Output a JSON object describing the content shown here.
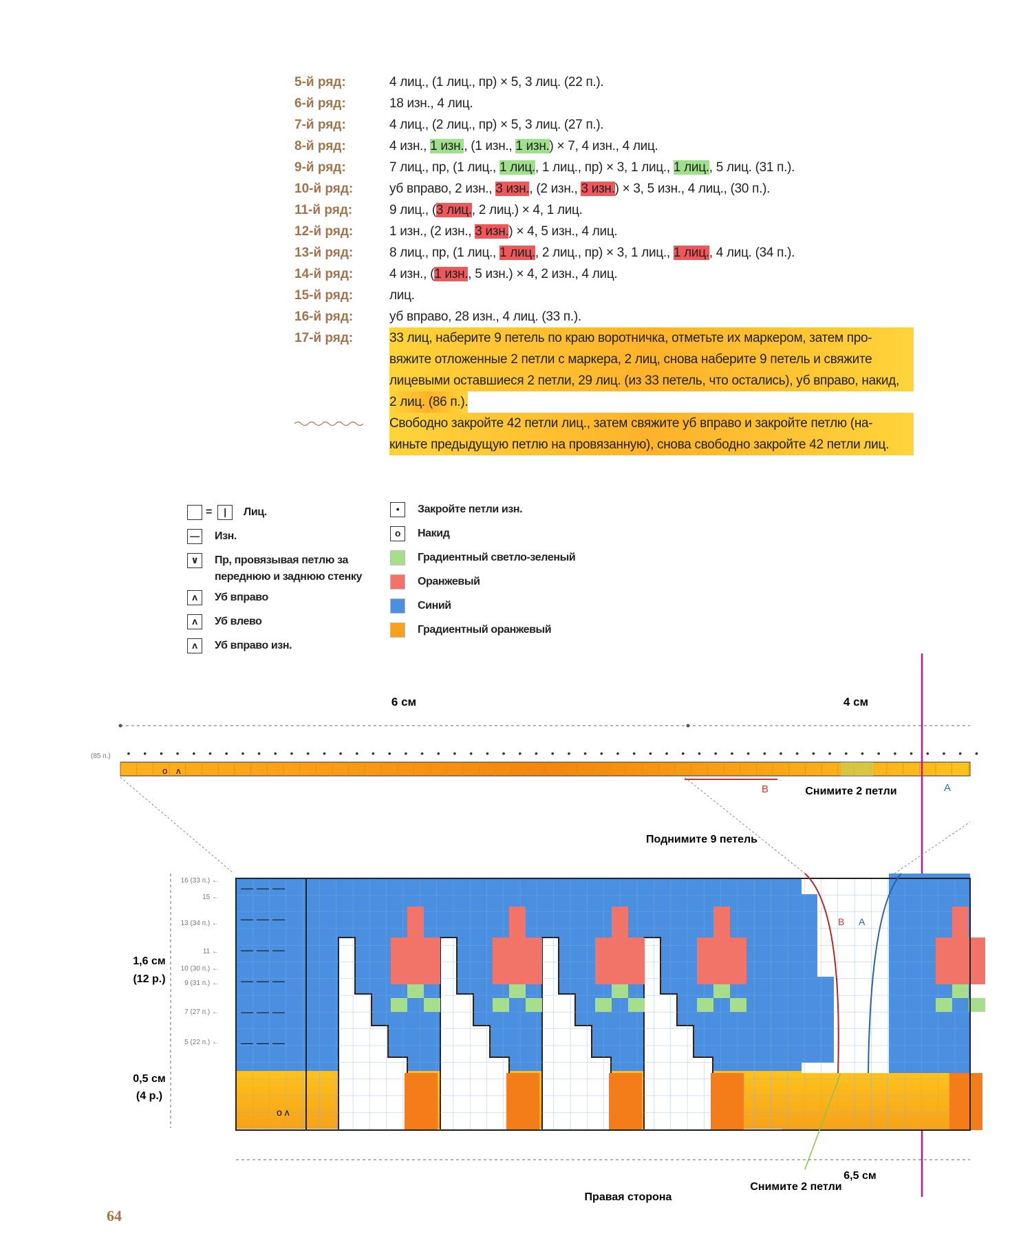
{
  "rows": [
    {
      "label": "5-й ряд:",
      "parts": [
        {
          "t": "4 лиц., (1 лиц., пр) × 5, 3 лиц. (22 п.)."
        }
      ]
    },
    {
      "label": "6-й ряд:",
      "parts": [
        {
          "t": "18 изн., 4 лиц."
        }
      ]
    },
    {
      "label": "7-й ряд:",
      "parts": [
        {
          "t": "4 лиц., (2 лиц., пр) × 5, 3 лиц. (27 п.)."
        }
      ]
    },
    {
      "label": "8-й ряд:",
      "parts": [
        {
          "t": "4 изн., "
        },
        {
          "t": "1 изн.",
          "h": "g"
        },
        {
          "t": ", (1 изн., "
        },
        {
          "t": "1 изн.",
          "h": "g"
        },
        {
          "t": ") × 7, 4 изн., 4 лиц."
        }
      ]
    },
    {
      "label": "9-й ряд:",
      "parts": [
        {
          "t": "7 лиц., пр, (1 лиц., "
        },
        {
          "t": "1 лиц.",
          "h": "g"
        },
        {
          "t": ", 1 лиц., пр) × 3, 1 лиц., "
        },
        {
          "t": "1 лиц.",
          "h": "g"
        },
        {
          "t": ", 5 лиц. (31 п.)."
        }
      ]
    },
    {
      "label": "10-й ряд:",
      "parts": [
        {
          "t": "уб вправо, 2 изн., "
        },
        {
          "t": "3 изн.",
          "h": "r"
        },
        {
          "t": ", (2 изн., "
        },
        {
          "t": "3 изн.",
          "h": "r"
        },
        {
          "t": ") × 3, 5 изн., 4 лиц., (30 п.)."
        }
      ]
    },
    {
      "label": "11-й ряд:",
      "parts": [
        {
          "t": "9 лиц., ("
        },
        {
          "t": "3 лиц.",
          "h": "r"
        },
        {
          "t": ", 2 лиц.) × 4, 1 лиц."
        }
      ]
    },
    {
      "label": "12-й ряд:",
      "parts": [
        {
          "t": "1 изн., (2 изн., "
        },
        {
          "t": "3 изн.",
          "h": "r"
        },
        {
          "t": ") × 4, 5 изн., 4 лиц."
        }
      ]
    },
    {
      "label": "13-й ряд:",
      "parts": [
        {
          "t": "8 лиц., пр, (1 лиц., "
        },
        {
          "t": "1 лиц.",
          "h": "r"
        },
        {
          "t": ", 2 лиц., пр) × 3, 1 лиц., "
        },
        {
          "t": "1 лиц.",
          "h": "r"
        },
        {
          "t": ", 4 лиц. (34 п.)."
        }
      ]
    },
    {
      "label": "14-й ряд:",
      "parts": [
        {
          "t": "4 изн., ("
        },
        {
          "t": "1 изн.",
          "h": "r"
        },
        {
          "t": ", 5 изн.) × 4, 2 изн., 4 лиц."
        }
      ]
    },
    {
      "label": "15-й ряд:",
      "parts": [
        {
          "t": "лиц."
        }
      ]
    },
    {
      "label": "16-й ряд:",
      "parts": [
        {
          "t": "уб вправо, 28 изн., 4 лиц. (33 п.)."
        }
      ]
    }
  ],
  "row17": {
    "label": "17-й ряд:",
    "lines": [
      "33 лиц, наберите 9 петель по краю воротничка, отметьте их маркером, затем про-",
      "вяжите отложенные 2 петли с маркера, 2 лиц, снова наберите 9 петель и свяжите",
      "лицевыми оставшиеся 2 петли, 29 лиц. (из 33 петель, что остались), уб вправо, накид,",
      "2 лиц. (86 п.)."
    ]
  },
  "final": {
    "lines": [
      "Свободно закройте 42 петли лиц., затем свяжите уб вправо и закройте петлю (на-",
      "киньте предыдущую петлю на провязанную), снова свободно закройте 42 петли лиц."
    ]
  },
  "legend_left": [
    {
      "sym": "",
      "sym2": "|",
      "label": "Лиц."
    },
    {
      "sym": "—",
      "label": "Изн."
    },
    {
      "sym": "∨",
      "label": "Пр, провязывая петлю за",
      "label2": "переднюю и заднюю стенку"
    },
    {
      "sym": "ʌ",
      "label": "Уб вправо"
    },
    {
      "sym": "ʌ",
      "label": "Уб влево"
    },
    {
      "sym": "ʌ",
      "label": "Уб вправо изн."
    }
  ],
  "legend_right": [
    {
      "sym": "•",
      "label": "Закройте петли изн."
    },
    {
      "sym": "o",
      "label": "Накид"
    },
    {
      "color": "#a6de8c",
      "label": "Градиентный светло-зеленый"
    },
    {
      "color": "#f27469",
      "label": "Оранжевый"
    },
    {
      "color": "#4a8fe0",
      "label": "Синий"
    },
    {
      "color": "#f7a21b",
      "label": "Градиентный оранжевый"
    }
  ],
  "chart": {
    "dim_6cm": "6 см",
    "dim_4cm": "4 см",
    "count_85": "(85 п.)",
    "label_B": "B",
    "label_A": "A",
    "slip2_top": "Снимите 2 петли",
    "lift9": "Поднимите 9 петель",
    "row_labels": [
      "16 (33 п.)",
      "15",
      "13 (34 п.)",
      "11",
      "10 (30 п.)",
      "9 (31 п.)",
      "7 (27 п.)",
      "5 (22 п.)"
    ],
    "h16": "1,6 см",
    "h16b": "(12 р.)",
    "h05": "0,5 см",
    "h05b": "(4 р.)",
    "dim_65": "6,5 см",
    "slip2_bottom": "Снимите 2 петли",
    "right_side": "Правая сторона"
  },
  "page_number": "64"
}
